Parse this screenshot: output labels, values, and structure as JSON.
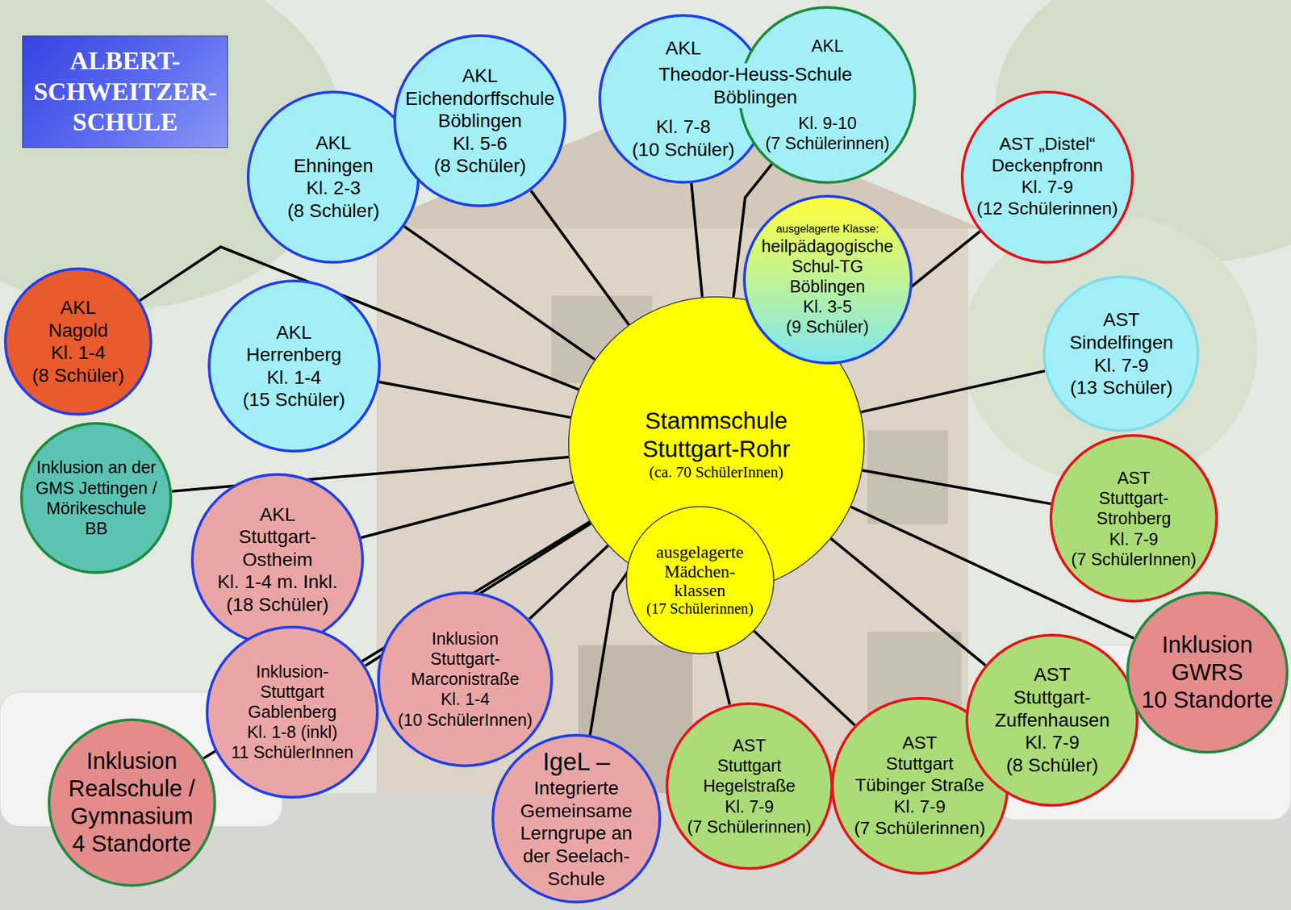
{
  "diagram": {
    "nodes": [
      {
        "text": [
          "ALBERT- SCHWEITZER- SCHULE"
        ]
      },
      {
        "text": [
          "AKL",
          "Ehningen",
          "Kl. 2-3",
          "(8 Schüler)"
        ]
      },
      {
        "text": [
          "AKL",
          "Eichendorffschule",
          "Böblingen",
          "Kl. 5-6",
          "(8 Schüler)"
        ]
      },
      {
        "text": [
          "AKL",
          "Kl. 7-8",
          "(10 Schüler)"
        ]
      },
      {
        "text": [
          "AKL",
          "Kl. 9-10",
          "(7 Schülerinnen)"
        ]
      },
      {
        "text": [
          "ausgelagerte Klasse:",
          "heilpädagogische",
          "Schul-TG",
          "Böblingen",
          "Kl. 3-5",
          "(9 Schüler)"
        ]
      },
      {
        "text": [
          "AST „Distel“",
          "Deckenpfronn",
          "Kl. 7-9",
          "(12 Schülerinnen)"
        ]
      },
      {
        "text": [
          "AKL",
          "Nagold",
          "Kl. 1-4",
          "(8 Schüler)"
        ]
      },
      {
        "text": [
          "AKL",
          "Herrenberg",
          "Kl. 1-4",
          "(15 Schüler)"
        ]
      },
      {
        "text": [
          "Stammschule",
          "Stuttgart-Rohr",
          "(ca. 70 SchülerInnen)"
        ]
      },
      {
        "text": [
          "AST",
          "Sindelfingen",
          "Kl. 7-9",
          "(13 Schüler)"
        ]
      },
      {
        "text": [
          "Inklusion an der GMS Jettingen / Mörikeschule BB"
        ]
      },
      {
        "text": [
          "AKL",
          "Stuttgart- Ostheim",
          "Kl. 1-4 m. Inkl.",
          "(18 Schüler)"
        ]
      },
      {
        "text": [
          "ausgelagerte Mädchen- klassen",
          "(17 Schülerinnen)"
        ]
      },
      {
        "text": [
          "AST",
          "Stuttgart- Strohberg",
          "Kl. 7-9",
          "(7 SchülerInnen)"
        ]
      },
      {
        "text": [
          "Inklusion- Stuttgart",
          "Gablenberg",
          "Kl. 1-8 (inkl)",
          "11 SchülerInnen"
        ]
      },
      {
        "text": [
          "Inklusion",
          "Stuttgart- Marconistraße",
          "Kl. 1-4",
          "(10 SchülerInnen)"
        ]
      },
      {
        "text": [
          "Inklusion",
          "GWRS",
          "10 Standorte"
        ]
      },
      {
        "text": [
          "AST",
          "Stuttgart- Zuffenhausen",
          "Kl. 7-9",
          "(8 Schüler)"
        ]
      },
      {
        "text": [
          "Inklusion",
          "Realschule /",
          "Gymnasium",
          "4 Standorte"
        ]
      },
      {
        "text": [
          "IgeL –",
          "Integrierte Gemeinsame Lerngrupe an der Seelach- Schule"
        ]
      },
      {
        "text": [
          "AST",
          "Stuttgart",
          "Hegelstraße",
          "Kl. 7-9",
          "(7 Schülerinnen)"
        ]
      },
      {
        "text": [
          "AST",
          "Stuttgart",
          "Tübinger Straße",
          "Kl. 7-9",
          "(7 Schülerinnen)"
        ]
      }
    ],
    "edges": [
      {
        "from": 7,
        "to": 9,
        "arrow": "none"
      },
      {
        "from": 1,
        "to": 9,
        "arrow": "none"
      },
      {
        "from": 2,
        "to": 9,
        "arrow": "none"
      },
      {
        "from": 3,
        "to": 9,
        "arrow": "none"
      },
      {
        "from": 4,
        "to": 9,
        "arrow": "none"
      },
      {
        "from": 6,
        "to": 9,
        "arrow": "none"
      },
      {
        "from": 8,
        "to": 9,
        "arrow": "none"
      },
      {
        "from": 10,
        "to": 9,
        "arrow": "none"
      },
      {
        "from": 11,
        "to": 9,
        "arrow": "none"
      },
      {
        "from": 12,
        "to": 9,
        "arrow": "none"
      },
      {
        "from": 14,
        "to": 9,
        "arrow": "none"
      },
      {
        "from": 15,
        "to": 9,
        "arrow": "none"
      },
      {
        "from": 16,
        "to": 9,
        "arrow": "none"
      },
      {
        "from": 17,
        "to": 9,
        "arrow": "none"
      },
      {
        "from": 18,
        "to": 9,
        "arrow": "none"
      },
      {
        "from": 19,
        "to": 9,
        "arrow": "none"
      },
      {
        "from": 20,
        "to": 9,
        "arrow": "none"
      },
      {
        "from": 13,
        "to": 21,
        "arrow": "none"
      },
      {
        "from": 13,
        "to": 22,
        "arrow": "none"
      }
    ],
    "labels": [
      "Theodor-Heuss-Schule Böblingen"
    ]
  }
}
